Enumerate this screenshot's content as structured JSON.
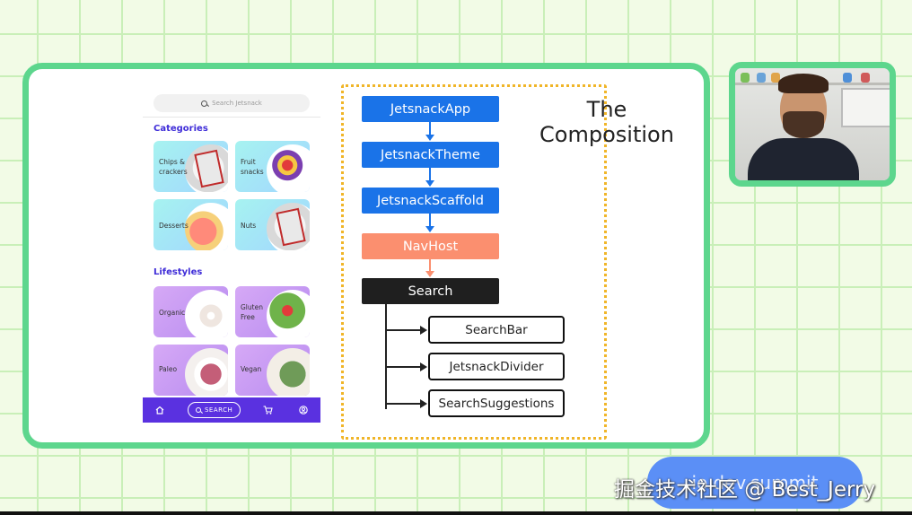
{
  "phone": {
    "search_placeholder": "Search Jetsnack",
    "categories_title": "Categories",
    "categories": [
      "Chips & crackers",
      "Fruit snacks",
      "Desserts",
      "Nuts"
    ],
    "lifestyles_title": "Lifestyles",
    "lifestyles": [
      "Organic",
      "Gluten Free",
      "Paleo",
      "Vegan"
    ],
    "bottom_nav": {
      "search_label": "SEARCH"
    }
  },
  "diagram": {
    "title": "The Composition",
    "nodes": [
      "JetsnackApp",
      "JetsnackTheme",
      "JetsnackScaffold",
      "NavHost",
      "Search"
    ],
    "children": [
      "SearchBar",
      "JetsnackDivider",
      "SearchSuggestions"
    ],
    "colors": {
      "blue": "#1a73e8",
      "orange": "#fb8f6f",
      "black": "#1f1f1f",
      "frame_green": "#5dd68d",
      "dotted_yellow": "#f0b528"
    }
  },
  "overlay": {
    "event_badge": "io.dev.summit",
    "watermark": "掘金技术社区 @ Best_Jerry"
  }
}
